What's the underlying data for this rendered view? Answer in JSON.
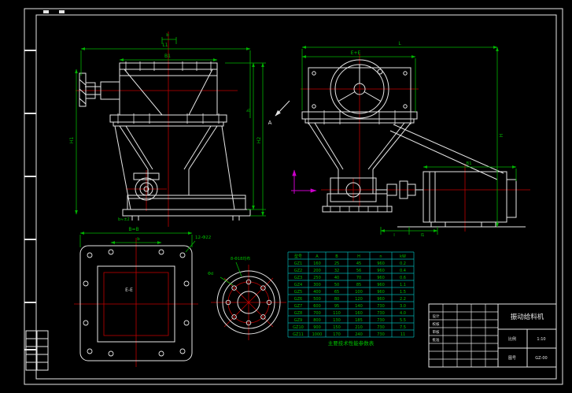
{
  "colors": {
    "background": "#000000",
    "geometry": "#e6e6e6",
    "dimension": "#00b400",
    "centerline": "#c00000",
    "table_grid": "#00b0b0",
    "table_text": "#00c000",
    "axis_arrow": "#cc00cc"
  },
  "front": {
    "dim_b": "b",
    "dim_outer": "L1",
    "dim_inner": "B1",
    "dim_left": "H1",
    "dim_right1": "h",
    "dim_right2": "H2",
    "note": "b≈±2"
  },
  "side": {
    "dim_L": "L",
    "dim_ee": "E+E",
    "dim_H": "H",
    "dim_b1": "B1",
    "dim_l1": "l",
    "dim_l2": "l1",
    "section_label": "A"
  },
  "square": {
    "dim_top": "B=B",
    "dim_inner": "b",
    "holes": "12-Φ22",
    "section": "E-E"
  },
  "circle": {
    "note": "8-Φ18均布",
    "dia": "Φd"
  },
  "spec_table": {
    "caption": "主要技术性能参数表",
    "rows": [
      [
        "型号",
        "A",
        "B",
        "H",
        "n",
        "kW"
      ],
      [
        "GZ1",
        "160",
        "25",
        "45",
        "960",
        "0.2"
      ],
      [
        "GZ2",
        "200",
        "32",
        "56",
        "960",
        "0.4"
      ],
      [
        "GZ3",
        "250",
        "40",
        "70",
        "960",
        "0.6"
      ],
      [
        "GZ4",
        "300",
        "50",
        "85",
        "960",
        "1.1"
      ],
      [
        "GZ5",
        "400",
        "65",
        "100",
        "960",
        "1.5"
      ],
      [
        "GZ6",
        "500",
        "80",
        "120",
        "960",
        "2.2"
      ],
      [
        "GZ7",
        "600",
        "95",
        "140",
        "730",
        "3.0"
      ],
      [
        "GZ8",
        "700",
        "110",
        "160",
        "730",
        "4.0"
      ],
      [
        "GZ9",
        "800",
        "130",
        "185",
        "730",
        "5.5"
      ],
      [
        "GZ10",
        "900",
        "150",
        "210",
        "730",
        "7.5"
      ],
      [
        "GZ11",
        "1000",
        "170",
        "240",
        "730",
        "11"
      ]
    ]
  },
  "title_block": {
    "title": "振动给料机",
    "roles": [
      "设计",
      "校核",
      "审核",
      "批准"
    ],
    "scale_label": "比例",
    "scale": "1:10",
    "no_label": "图号",
    "no": "GZ-00"
  }
}
